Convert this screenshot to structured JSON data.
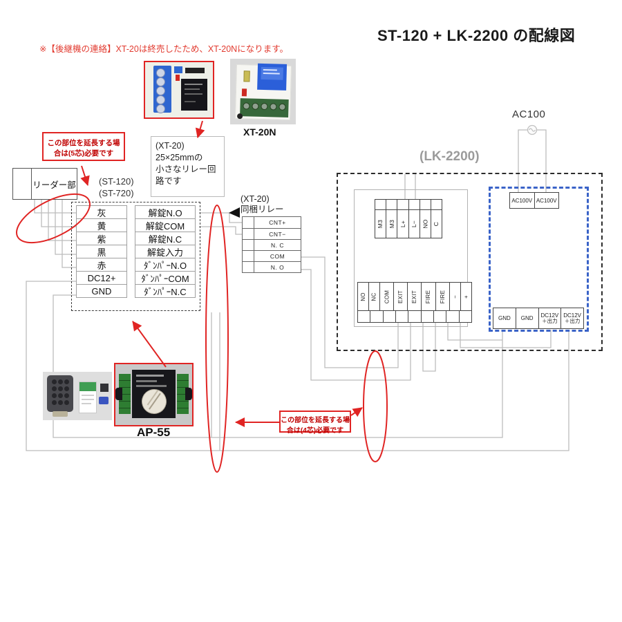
{
  "title": "ST-120 + LK-2200  の配線図",
  "notice": "※【後継機の連絡】XT-20は終売したため、XT-20Nになります。",
  "labels": {
    "xt20n": "XT-20N",
    "ap55": "AP-55",
    "reader": "リーダー部",
    "st120": "(ST-120)",
    "st720": "(ST-720)",
    "lk2200": "(LK-2200)",
    "ac100": "AC100",
    "relay_title_1": "(XT-20)",
    "relay_title_2": "同梱リレー"
  },
  "note_box": {
    "line1": "(XT-20)",
    "line2": "25×25mmの",
    "line3": "小さなリレー回",
    "line4": "路です"
  },
  "callouts": {
    "five_core": {
      "line1": "この部位を延長する場",
      "line2": "合は(5芯)必要です"
    },
    "four_core": {
      "line1": "この部位を延長する場",
      "line2": "合は(4芯)必要です"
    }
  },
  "wire_table": {
    "rows": [
      {
        "color": "灰",
        "func": "解錠N.O"
      },
      {
        "color": "黄",
        "func": "解錠COM"
      },
      {
        "color": "紫",
        "func": "解錠N.C"
      },
      {
        "color": "黒",
        "func": "解錠入力"
      },
      {
        "color": "赤",
        "func": "ﾀﾞﾝﾊﾟｰN.O"
      },
      {
        "color": "DC12+",
        "func": "ﾀﾞﾝﾊﾟｰCOM"
      },
      {
        "color": "GND",
        "func": "ﾀﾞﾝﾊﾟｰN.C"
      }
    ]
  },
  "relay_table": {
    "rows": [
      "CNT+",
      "CNT−",
      "N. C",
      "COM",
      "N. O"
    ]
  },
  "lk_terminals": {
    "top": [
      "M3",
      "M3",
      "L+",
      "L−",
      "NO",
      "C"
    ],
    "bottom": [
      "NO",
      "NC",
      "COM",
      "EXIT",
      "EXIT",
      "FIRE",
      "FIRE",
      "−",
      "+"
    ],
    "ac": [
      "AC100V",
      "AC100V"
    ],
    "power": [
      {
        "line1": "GND",
        "line2": ""
      },
      {
        "line1": "GND",
        "line2": ""
      },
      {
        "line1": "DC12V",
        "line2": "＋出力"
      },
      {
        "line1": "DC12V",
        "line2": "＋出力"
      }
    ]
  }
}
